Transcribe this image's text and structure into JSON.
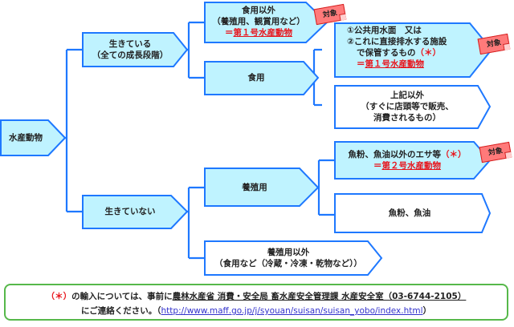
{
  "colors": {
    "line": "#1e78ff",
    "fill_highlight": "#bff3ff",
    "fill_plain": "#ffffff",
    "red": "#e8141b",
    "tag_fill": "#ff7a7a",
    "note_border": "#56b84a"
  },
  "root": {
    "label": "水産動物"
  },
  "alive": {
    "line1": "生きている",
    "line2": "（全ての成長段階）"
  },
  "not_alive": {
    "label": "生きていない"
  },
  "non_food": {
    "line1": "食用以外",
    "line2": "（養殖用、観賞用など）",
    "line3_prefix": "＝",
    "line3": "第１号水産動物",
    "tag": "対象"
  },
  "food": {
    "label": "食用"
  },
  "public_water": {
    "line1": "①公共用水面　又は",
    "line2": "②これに直接排水する施設",
    "line3": "で保管するもの",
    "line3_mark": "（＊）",
    "line4_prefix": "＝",
    "line4": "第１号水産動物",
    "tag": "対象"
  },
  "other_food": {
    "line1": "上記以外",
    "line2": "（すぐに店頭等で販売、",
    "line3": "消費されるもの）"
  },
  "aquaculture": {
    "label": "養殖用"
  },
  "feed": {
    "line1": "魚粉、魚油以外のエサ等",
    "line1_mark": "（＊）",
    "line2_prefix": "＝",
    "line2": "第２号水産動物",
    "tag": "対象"
  },
  "fishmeal": {
    "label": "魚粉、魚油"
  },
  "non_aquaculture": {
    "line1": "養殖用以外",
    "line2": "（食用など（冷蔵・冷凍・乾物など））"
  },
  "note": {
    "mark": "（＊）",
    "text1": "の輸入については、事前に",
    "contact": "農林水産省 消費・安全局 畜水産安全管理課 水産安全室（03-6744-2105）",
    "text2": "にご連絡ください。（",
    "url": "http://www.maff.go.jp/j/syouan/suisan/suisan_yobo/index.html",
    "text3": "）"
  }
}
